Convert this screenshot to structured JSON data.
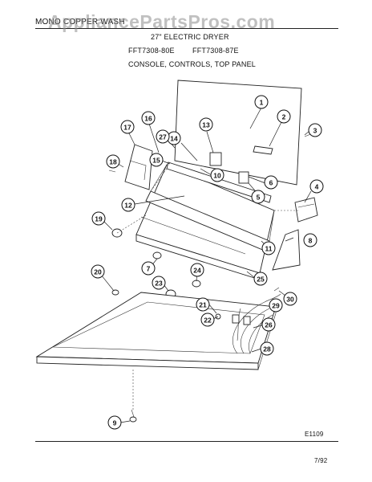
{
  "header": {
    "section_label": "MONO COPPER WASH",
    "model_heading": "27\" ELECTRIC DRYER",
    "models": [
      "FFT7308-80E",
      "FFT7308-87E"
    ],
    "section_title": "CONSOLE, CONTROLS, TOP PANEL"
  },
  "watermark": "AppliancePartsPros.com",
  "footer": {
    "drawing_code": "E1109",
    "date": "7/92"
  },
  "callouts": [
    "1",
    "2",
    "3",
    "4",
    "5",
    "6",
    "7",
    "8",
    "9",
    "10",
    "11",
    "12",
    "13",
    "14",
    "15",
    "16",
    "17",
    "18",
    "19",
    "20",
    "21",
    "22",
    "23",
    "24",
    "25",
    "26",
    "27",
    "28",
    "29",
    "30"
  ]
}
